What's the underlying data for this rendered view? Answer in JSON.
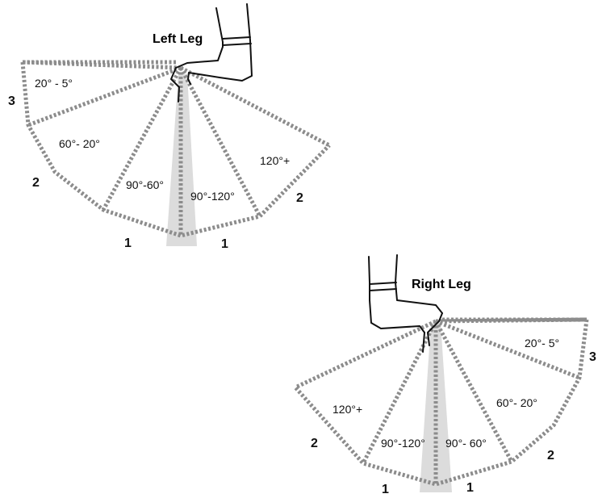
{
  "left_leg": {
    "title": "Left Leg",
    "range_labels": {
      "r20_5": "20° - 5°",
      "r60_20": "60°-  20°",
      "r90_60": "90°-60°",
      "r90_120": "90°-120°",
      "r120": "120°+"
    },
    "zone_labels": [
      "3",
      "2",
      "1",
      "1",
      "2"
    ]
  },
  "right_leg": {
    "title": "Right Leg",
    "range_labels": {
      "r20_5": "20°- 5°",
      "r60_20": "60°- 20°",
      "r90_60": "90°- 60°",
      "r90_120": "90°-120°",
      "r120": "120°+"
    },
    "zone_labels": [
      "3",
      "2",
      "1",
      "1",
      "2"
    ]
  },
  "colors": {
    "sector_outline": "#8c8c8c",
    "shin_shade": "#dcdcdc",
    "leg_outline": "#111111"
  }
}
